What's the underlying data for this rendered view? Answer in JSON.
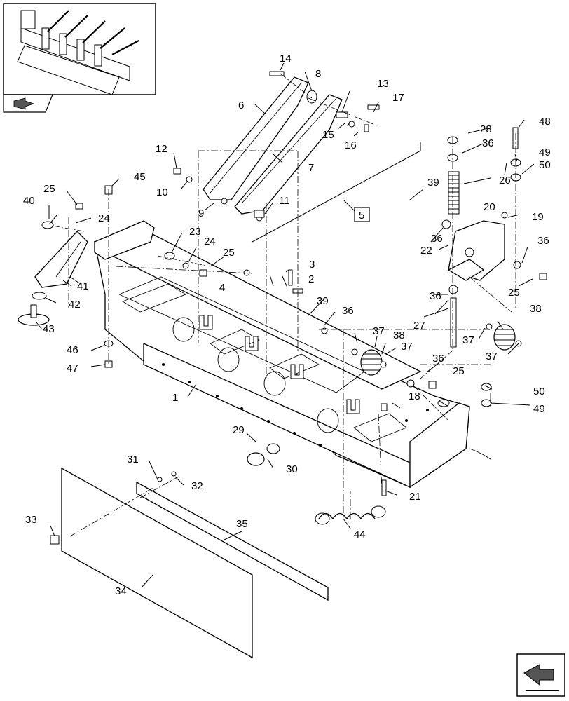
{
  "diagram": {
    "callouts": {
      "c1": "1",
      "c2": "2",
      "c3": "3",
      "c4": "4",
      "c5": "5",
      "c6": "6",
      "c7": "7",
      "c8": "8",
      "c9": "9",
      "c10": "10",
      "c11": "11",
      "c12": "12",
      "c13": "13",
      "c14": "14",
      "c15": "15",
      "c16": "16",
      "c17": "17",
      "c18": "18",
      "c19": "19",
      "c20": "20",
      "c21": "21",
      "c22": "22",
      "c23": "23",
      "c24a": "24",
      "c24b": "24",
      "c25a": "25",
      "c25b": "25",
      "c25c": "25",
      "c25d": "25",
      "c26": "26",
      "c27": "27",
      "c28": "28",
      "c29": "29",
      "c30": "30",
      "c31": "31",
      "c32": "32",
      "c33": "33",
      "c34": "34",
      "c35": "35",
      "c36a": "36",
      "c36b": "36",
      "c36c": "36",
      "c36d": "36",
      "c36e": "36",
      "c36f": "36",
      "c37a": "37",
      "c37b": "37",
      "c37c": "37",
      "c37d": "37",
      "c38a": "38",
      "c38b": "38",
      "c39a": "39",
      "c39b": "39",
      "c40": "40",
      "c41": "41",
      "c42": "42",
      "c43": "43",
      "c44": "44",
      "c45": "45",
      "c46": "46",
      "c47": "47",
      "c48": "48",
      "c49a": "49",
      "c49b": "49",
      "c50a": "50",
      "c50b": "50"
    },
    "icons": {
      "thumbnail": "assembly-overview-thumbnail",
      "nav_prev": "previous-page-arrow-icon",
      "nav_next": "next-page-arrow-icon"
    }
  }
}
